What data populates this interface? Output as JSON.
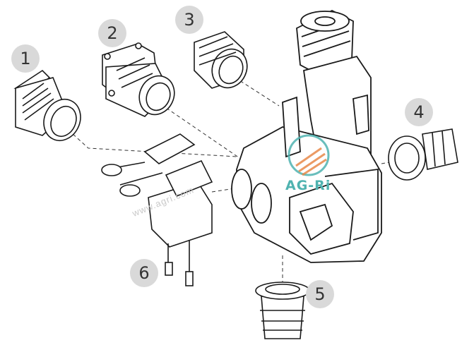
{
  "callouts": [
    {
      "label": "1"
    },
    {
      "label": "2"
    },
    {
      "label": "3"
    },
    {
      "label": "4"
    },
    {
      "label": "5"
    },
    {
      "label": "6"
    }
  ],
  "watermark": {
    "text": "www.agri.com"
  },
  "logo": {
    "text": "AG-Ri",
    "color_teal": "#4fb3b0",
    "color_orange": "#e8894a"
  },
  "colors": {
    "line": "#1a1a1a",
    "callout_bg": "#d9d9d9",
    "dashed": "#333333"
  }
}
